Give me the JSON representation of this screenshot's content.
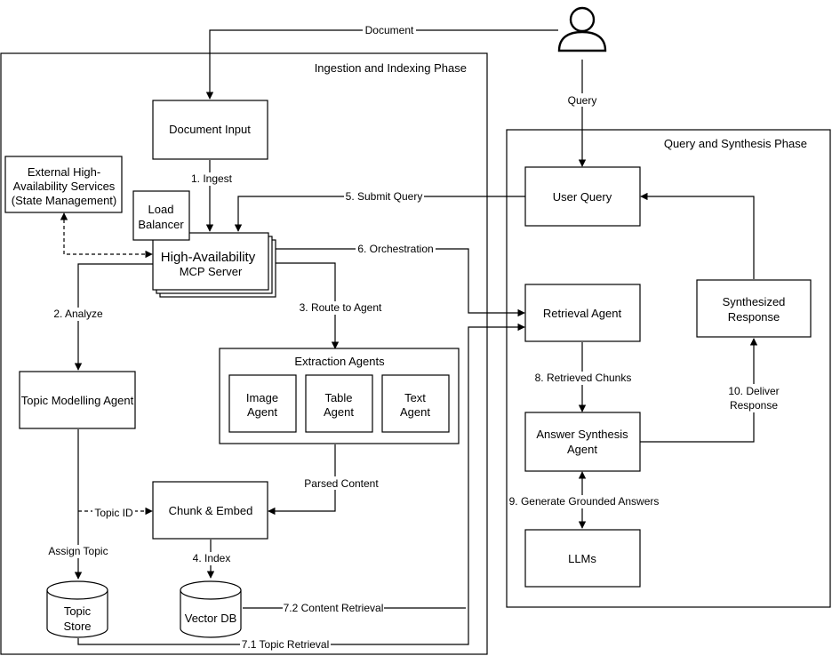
{
  "phases": {
    "ingestion": "Ingestion and Indexing Phase",
    "query": "Query and Synthesis Phase"
  },
  "nodes": {
    "user_icon": "user-icon",
    "document_input": "Document Input",
    "external_services": [
      "External High-",
      "Availability Services",
      "(State Management)"
    ],
    "load_balancer": [
      "Load",
      "Balancer"
    ],
    "mcp_server": [
      "High-Availability",
      "MCP Server"
    ],
    "topic_agent": "Topic Modelling Agent",
    "extraction_agents": {
      "title": "Extraction Agents",
      "image": [
        "Image",
        "Agent"
      ],
      "table": [
        "Table",
        "Agent"
      ],
      "text": [
        "Text",
        "Agent"
      ]
    },
    "chunk_embed": "Chunk & Embed",
    "topic_store": [
      "Topic",
      "Store"
    ],
    "vector_db": "Vector DB",
    "user_query": "User Query",
    "retrieval_agent": "Retrieval Agent",
    "synth_response": [
      "Synthesized",
      "Response"
    ],
    "answer_synthesis": [
      "Answer Synthesis",
      "Agent"
    ],
    "llms": "LLMs"
  },
  "edges": {
    "document": "Document",
    "query": "Query",
    "ingest": "1. Ingest",
    "submit_query": "5. Submit Query",
    "orchestration": "6. Orchestration",
    "analyze": "2. Analyze",
    "route": "3. Route to Agent",
    "topic_id": "Topic ID",
    "assign_topic": "Assign Topic",
    "parsed_content": "Parsed Content",
    "index": "4. Index",
    "content_retrieval": "7.2 Content Retrieval",
    "topic_retrieval": "7.1 Topic Retrieval",
    "retrieved_chunks": "8. Retrieved Chunks",
    "generate": "9. Generate Grounded Answers",
    "deliver": [
      "10. Deliver",
      "Response"
    ]
  }
}
